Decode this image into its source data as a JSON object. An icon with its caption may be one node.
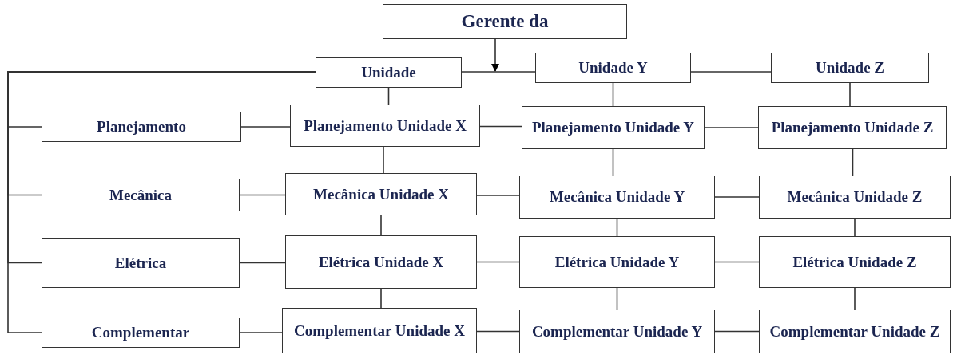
{
  "diagram": {
    "nodes": [
      {
        "text": [
          "Gerente da"
        ]
      },
      {
        "text": [
          "Unidade"
        ]
      },
      {
        "text": [
          "Unidade Y"
        ]
      },
      {
        "text": [
          "Unidade Z"
        ]
      },
      {
        "text": [
          "Planejamento"
        ]
      },
      {
        "text": [
          "Planejamento Unidade X"
        ]
      },
      {
        "text": [
          "Planejamento Unidade Y"
        ]
      },
      {
        "text": [
          "Planejamento Unidade Z"
        ]
      },
      {
        "text": [
          "Mecânica"
        ]
      },
      {
        "text": [
          "Mecânica Unidade X"
        ]
      },
      {
        "text": [
          "Mecânica Unidade Y"
        ]
      },
      {
        "text": [
          "Mecânica Unidade Z"
        ]
      },
      {
        "text": [
          "Elétrica"
        ]
      },
      {
        "text": [
          "Elétrica Unidade X"
        ]
      },
      {
        "text": [
          "Elétrica Unidade Y"
        ]
      },
      {
        "text": [
          "Elétrica Unidade Z"
        ]
      },
      {
        "text": [
          "Complementar"
        ]
      },
      {
        "text": [
          "Complementar Unidade X"
        ]
      },
      {
        "text": [
          "Complementar Unidade Y"
        ]
      },
      {
        "text": [
          "Complementar Unidade Z"
        ]
      }
    ],
    "edges": [
      {
        "from": 0,
        "to": null,
        "arrow": "to"
      },
      {
        "from": 1,
        "to": 2,
        "arrow": "none"
      },
      {
        "from": 2,
        "to": 3,
        "arrow": "none"
      },
      {
        "from": 1,
        "to": 4,
        "arrow": "none"
      },
      {
        "from": 1,
        "to": 8,
        "arrow": "none"
      },
      {
        "from": 1,
        "to": 12,
        "arrow": "none"
      },
      {
        "from": 1,
        "to": 16,
        "arrow": "none"
      },
      {
        "from": 1,
        "to": 5,
        "arrow": "none"
      },
      {
        "from": 2,
        "to": 6,
        "arrow": "none"
      },
      {
        "from": 3,
        "to": 7,
        "arrow": "none"
      },
      {
        "from": 4,
        "to": 5,
        "arrow": "none"
      },
      {
        "from": 5,
        "to": 6,
        "arrow": "none"
      },
      {
        "from": 6,
        "to": 7,
        "arrow": "none"
      },
      {
        "from": 5,
        "to": 9,
        "arrow": "none"
      },
      {
        "from": 6,
        "to": 10,
        "arrow": "none"
      },
      {
        "from": 7,
        "to": 11,
        "arrow": "none"
      },
      {
        "from": 8,
        "to": 9,
        "arrow": "none"
      },
      {
        "from": 9,
        "to": 10,
        "arrow": "none"
      },
      {
        "from": 10,
        "to": 11,
        "arrow": "none"
      },
      {
        "from": 9,
        "to": 13,
        "arrow": "none"
      },
      {
        "from": 10,
        "to": 14,
        "arrow": "none"
      },
      {
        "from": 11,
        "to": 15,
        "arrow": "none"
      },
      {
        "from": 12,
        "to": 13,
        "arrow": "none"
      },
      {
        "from": 13,
        "to": 14,
        "arrow": "none"
      },
      {
        "from": 14,
        "to": 15,
        "arrow": "none"
      },
      {
        "from": 13,
        "to": 17,
        "arrow": "none"
      },
      {
        "from": 14,
        "to": 18,
        "arrow": "none"
      },
      {
        "from": 15,
        "to": 19,
        "arrow": "none"
      },
      {
        "from": 16,
        "to": 17,
        "arrow": "none"
      },
      {
        "from": 17,
        "to": 18,
        "arrow": "none"
      },
      {
        "from": 18,
        "to": 19,
        "arrow": "none"
      }
    ]
  }
}
